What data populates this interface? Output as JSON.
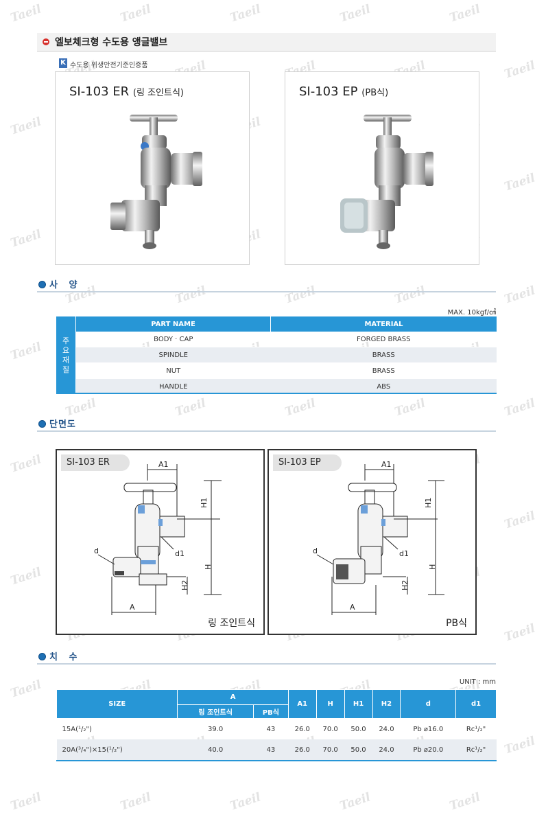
{
  "header": {
    "title": "엘보체크형 수도용 앵글밸브",
    "cert_logo": "K",
    "cert_text": "수도용 위생안전기준인증품"
  },
  "products": [
    {
      "model": "SI-103 ER",
      "type": "(링 조인트식)"
    },
    {
      "model": "SI-103 EP",
      "type": "(PB식)"
    }
  ],
  "spec": {
    "section_title": "사  양",
    "note": "MAX. 10kgf/㎠",
    "side_label": "주요재질",
    "headers": [
      "PART NAME",
      "MATERIAL"
    ],
    "rows": [
      [
        "BODY · CAP",
        "FORGED BRASS"
      ],
      [
        "SPINDLE",
        "BRASS"
      ],
      [
        "NUT",
        "BRASS"
      ],
      [
        "HANDLE",
        "ABS"
      ]
    ]
  },
  "section": {
    "section_title": "단면도",
    "diagrams": [
      {
        "tag": "SI-103 ER",
        "caption": "링 조인트식"
      },
      {
        "tag": "SI-103 EP",
        "caption": "PB식"
      }
    ],
    "labels": {
      "a1": "A1",
      "h1": "H1",
      "h": "H",
      "h2": "H2",
      "d": "d",
      "d1": "d1",
      "a": "A"
    }
  },
  "dimensions": {
    "section_title": "치  수",
    "note": "UNIT : mm",
    "headers": {
      "size": "SIZE",
      "a": "A",
      "a_sub1": "링 조인트식",
      "a_sub2": "PB식",
      "a1": "A1",
      "h": "H",
      "h1": "H1",
      "h2": "H2",
      "d": "d",
      "d1": "d1"
    },
    "rows": [
      {
        "size": "15A(¹/₂\")",
        "a_ring": "39.0",
        "a_pb": "43",
        "a1": "26.0",
        "h": "70.0",
        "h1": "50.0",
        "h2": "24.0",
        "d": "Pb ⌀16.0",
        "d1": "Rc¹/₂\""
      },
      {
        "size": "20A(³/₄\")×15(¹/₂\")",
        "a_ring": "40.0",
        "a_pb": "43",
        "a1": "26.0",
        "h": "70.0",
        "h1": "50.0",
        "h2": "24.0",
        "d": "Pb ⌀20.0",
        "d1": "Rc¹/₂\""
      }
    ]
  },
  "watermark": "Taeil",
  "colors": {
    "accent": "#2796d6",
    "title_dot": "#d7322e",
    "section_text": "#1d4f86"
  }
}
